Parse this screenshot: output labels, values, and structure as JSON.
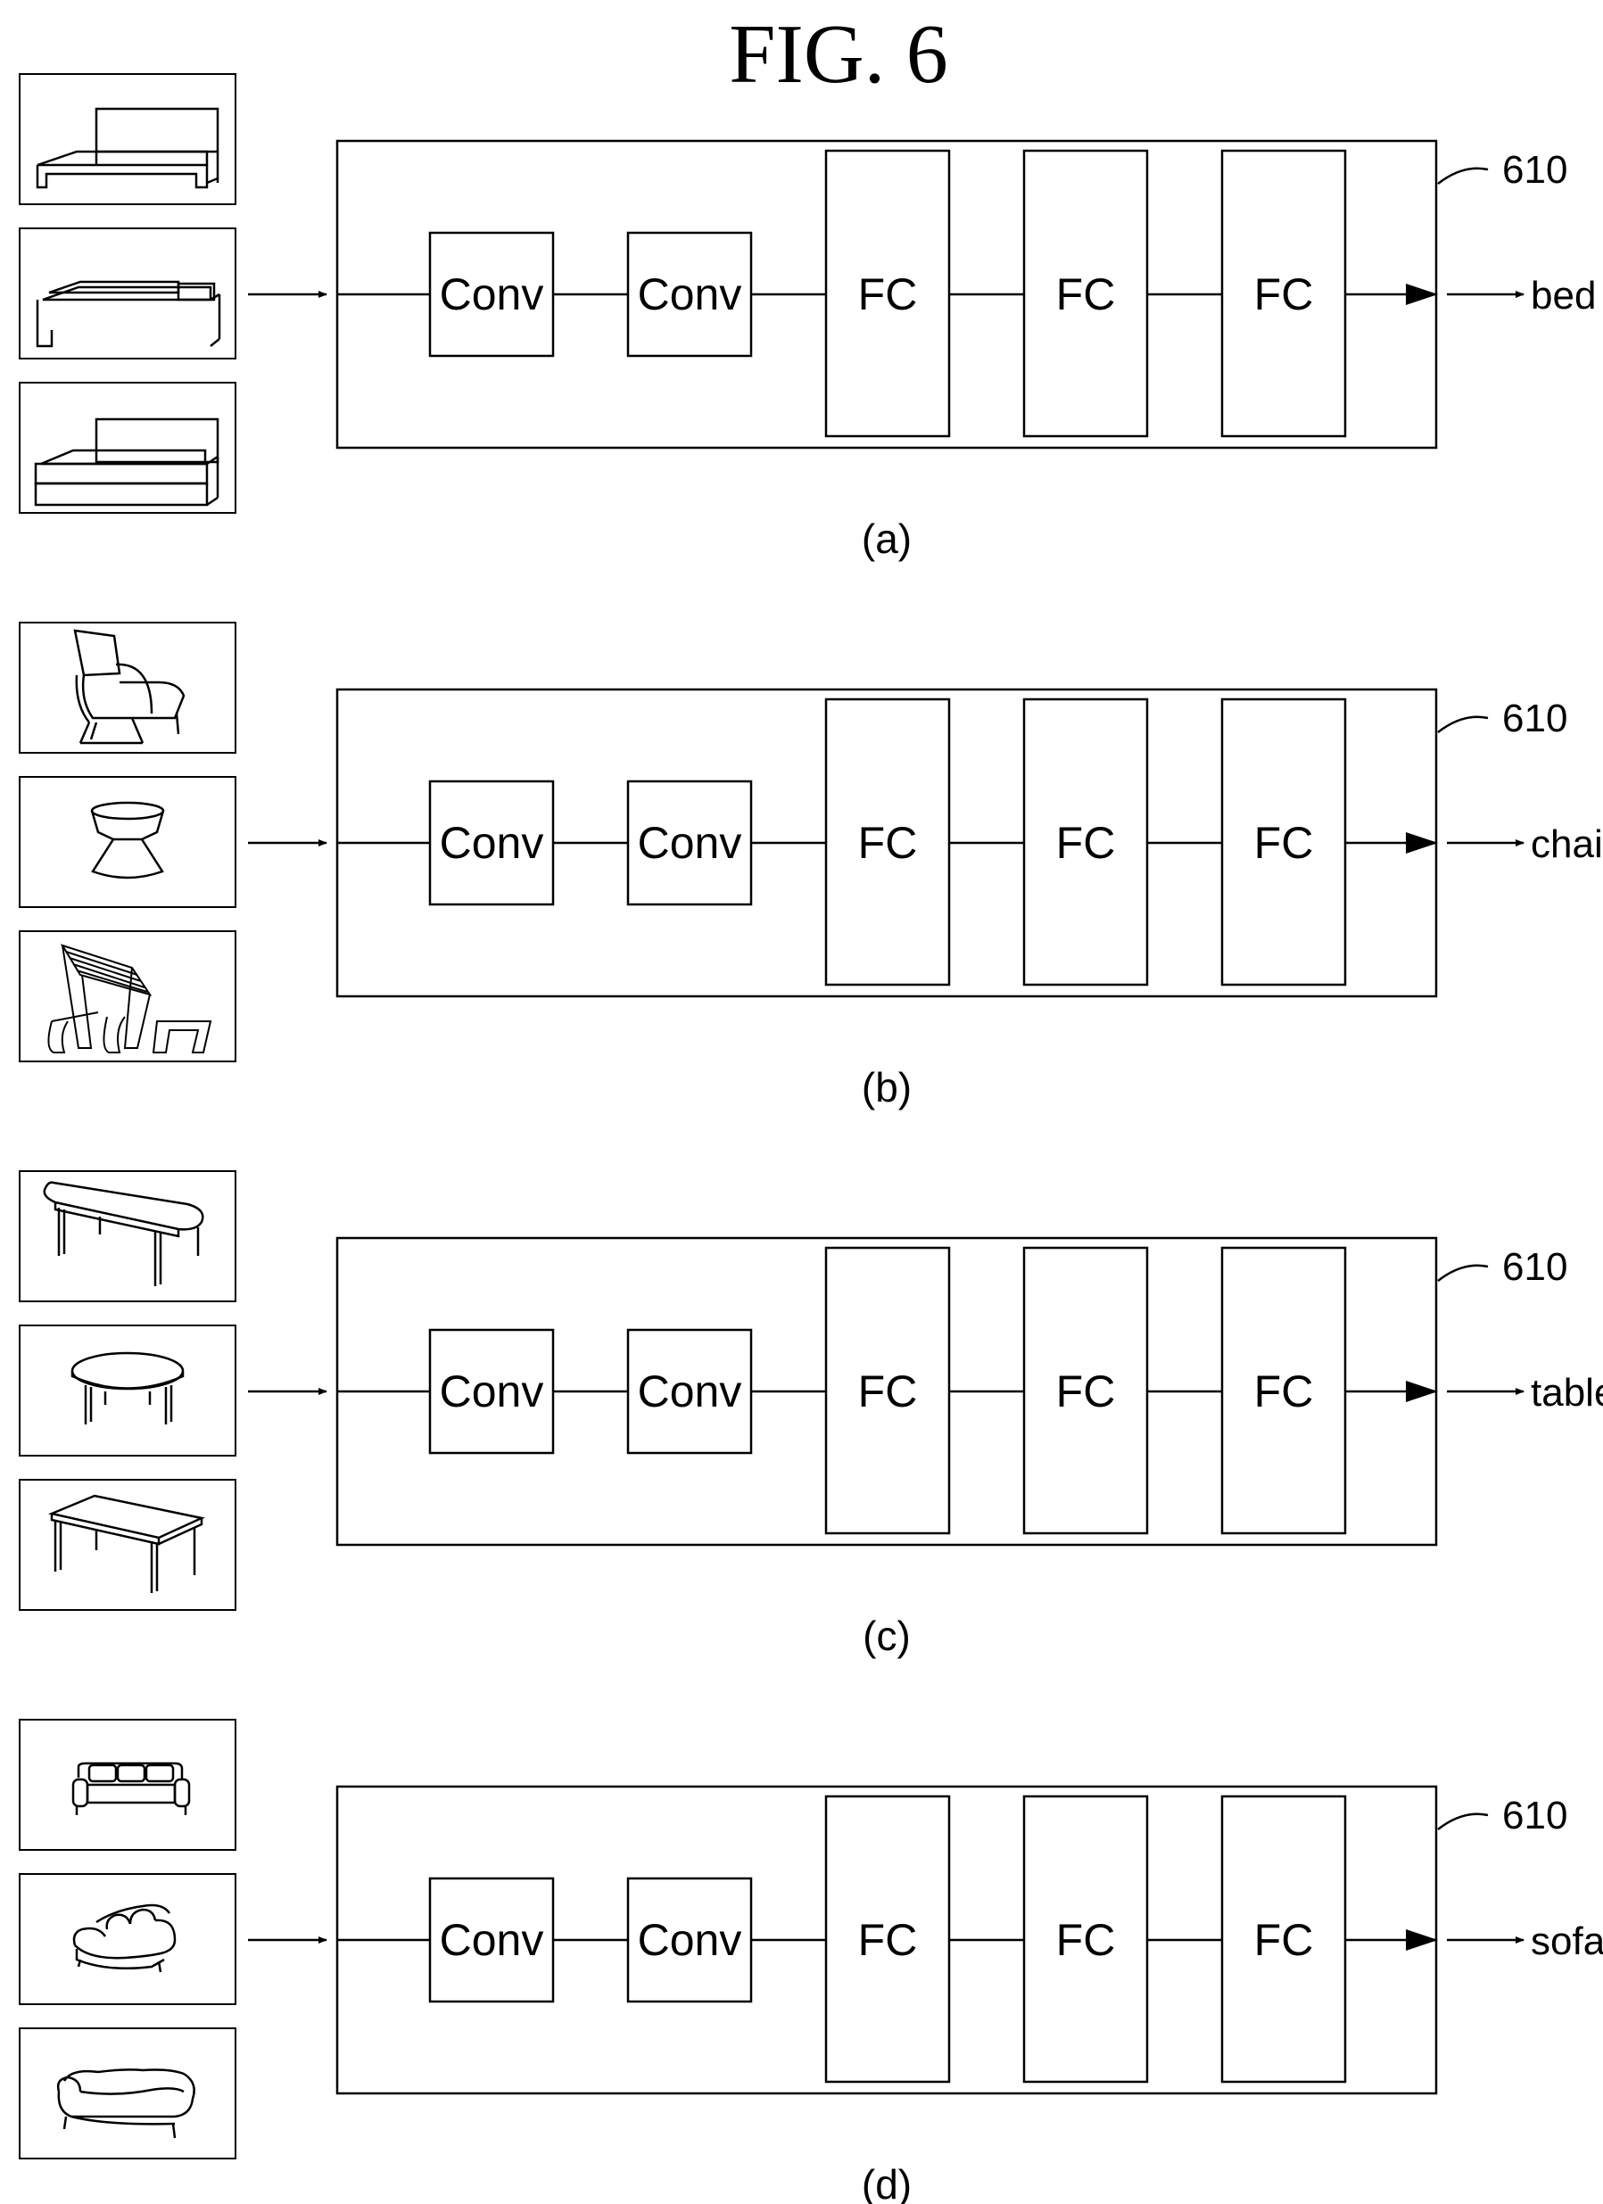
{
  "figure_title": "FIG. 6",
  "network_blocks": [
    "Conv",
    "Conv",
    "FC",
    "FC",
    "FC"
  ],
  "panels": [
    {
      "caption": "(a)",
      "ref": "610",
      "output": "bed",
      "thumbnails": [
        {
          "icon": "bed-frame-icon"
        },
        {
          "icon": "platform-bed-icon"
        },
        {
          "icon": "box-bed-icon"
        }
      ]
    },
    {
      "caption": "(b)",
      "ref": "610",
      "output": "chair",
      "thumbnails": [
        {
          "icon": "armchair-icon"
        },
        {
          "icon": "hourglass-stool-icon"
        },
        {
          "icon": "slatted-lounge-chair-icon"
        }
      ]
    },
    {
      "caption": "(c)",
      "ref": "610",
      "output": "table",
      "thumbnails": [
        {
          "icon": "long-oval-table-icon"
        },
        {
          "icon": "round-table-icon"
        },
        {
          "icon": "rectangular-table-icon"
        }
      ]
    },
    {
      "caption": "(d)",
      "ref": "610",
      "output": "sofa",
      "thumbnails": [
        {
          "icon": "three-seat-sofa-icon"
        },
        {
          "icon": "curved-sofa-icon"
        },
        {
          "icon": "chaise-sofa-icon"
        }
      ]
    }
  ]
}
